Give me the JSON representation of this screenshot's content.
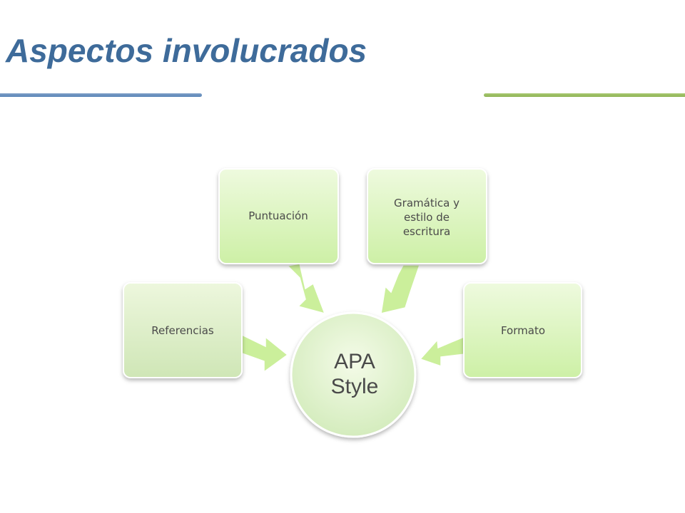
{
  "slide": {
    "title": "Aspectos involucrados",
    "colors": {
      "title": "#3e6b9a",
      "rule_left": "#5b86b8",
      "rule_right": "#8fb456",
      "node_fill": "#d6f0b4",
      "node_stroke": "#ffffff",
      "arrow": "#c9ef96"
    }
  },
  "diagram": {
    "center": {
      "line1": "APA",
      "line2": "Style"
    },
    "nodes": [
      {
        "id": "referencias",
        "lines": [
          "Referencias"
        ]
      },
      {
        "id": "puntuacion",
        "lines": [
          "Puntuación"
        ]
      },
      {
        "id": "gramatica",
        "lines": [
          "Gramática y",
          "estilo de",
          "escritura"
        ]
      },
      {
        "id": "formato",
        "lines": [
          "Formato"
        ]
      }
    ]
  }
}
